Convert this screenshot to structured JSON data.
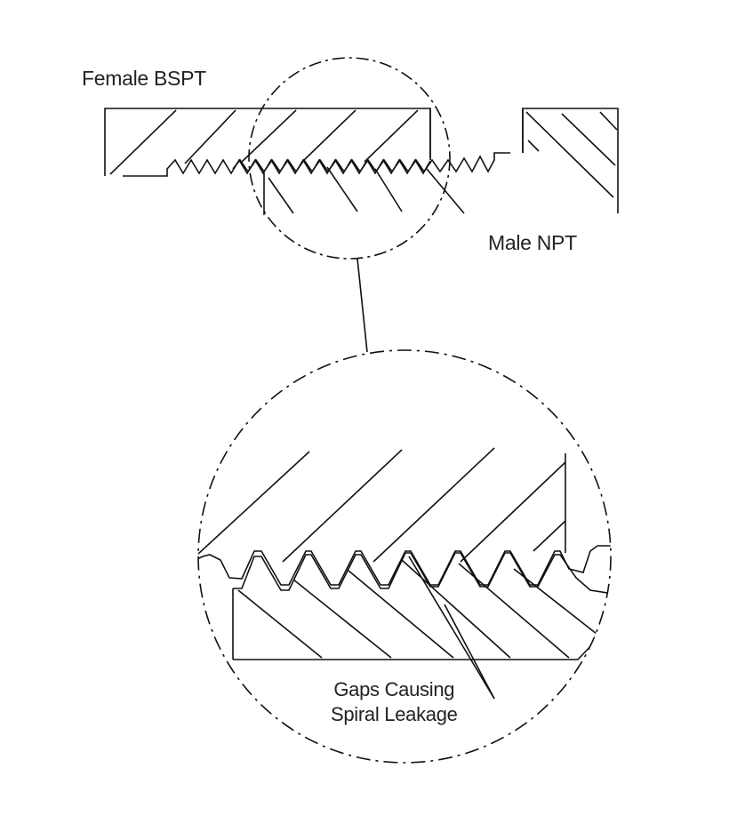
{
  "labels": {
    "female": "Female BSPT",
    "male": "Male NPT",
    "gaps_line1": "Gaps Causing",
    "gaps_line2": "Spiral Leakage"
  },
  "colors": {
    "line": "#111111",
    "background": "#ffffff",
    "text": "#222222"
  }
}
